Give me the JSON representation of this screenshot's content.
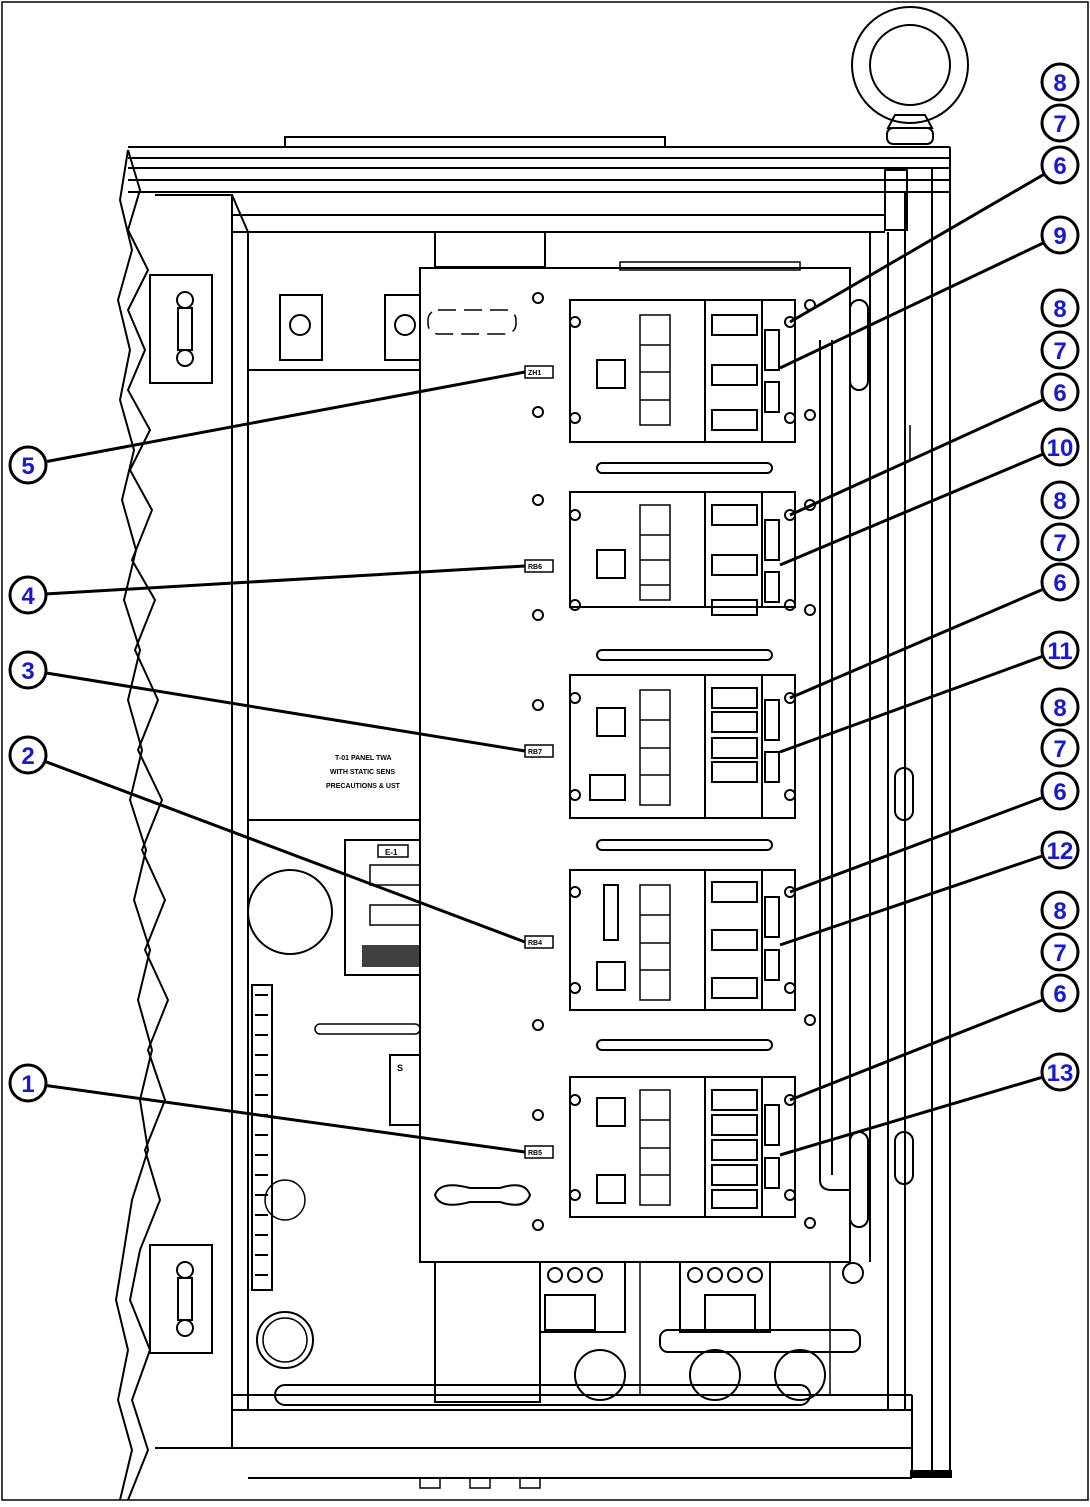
{
  "panel_labels": [
    {
      "id": "label-5",
      "text": "ZH1"
    },
    {
      "id": "label-4",
      "text": "RB6"
    },
    {
      "id": "label-3",
      "text": "RB7"
    },
    {
      "id": "label-2",
      "text": "RB4"
    },
    {
      "id": "label-1",
      "text": "RB5"
    }
  ],
  "sticker_lines": [
    "T-01 PANEL TWA",
    "WITH STATIC SENS",
    "PRECAUTIONS & UST"
  ],
  "small_tag": "E-1",
  "small_tag2": "S",
  "callouts": {
    "c1": "1",
    "c2": "2",
    "c3": "3",
    "c4": "4",
    "c5": "5",
    "r8a": "8",
    "r7a": "7",
    "r6a": "6",
    "r9": "9",
    "r8b": "8",
    "r7b": "7",
    "r6b": "6",
    "r10": "10",
    "r8c": "8",
    "r7c": "7",
    "r6c": "6",
    "r11": "11",
    "r8d": "8",
    "r7d": "7",
    "r6d": "6",
    "r12": "12",
    "r8e": "8",
    "r7e": "7",
    "r6e": "6",
    "r13": "13"
  }
}
